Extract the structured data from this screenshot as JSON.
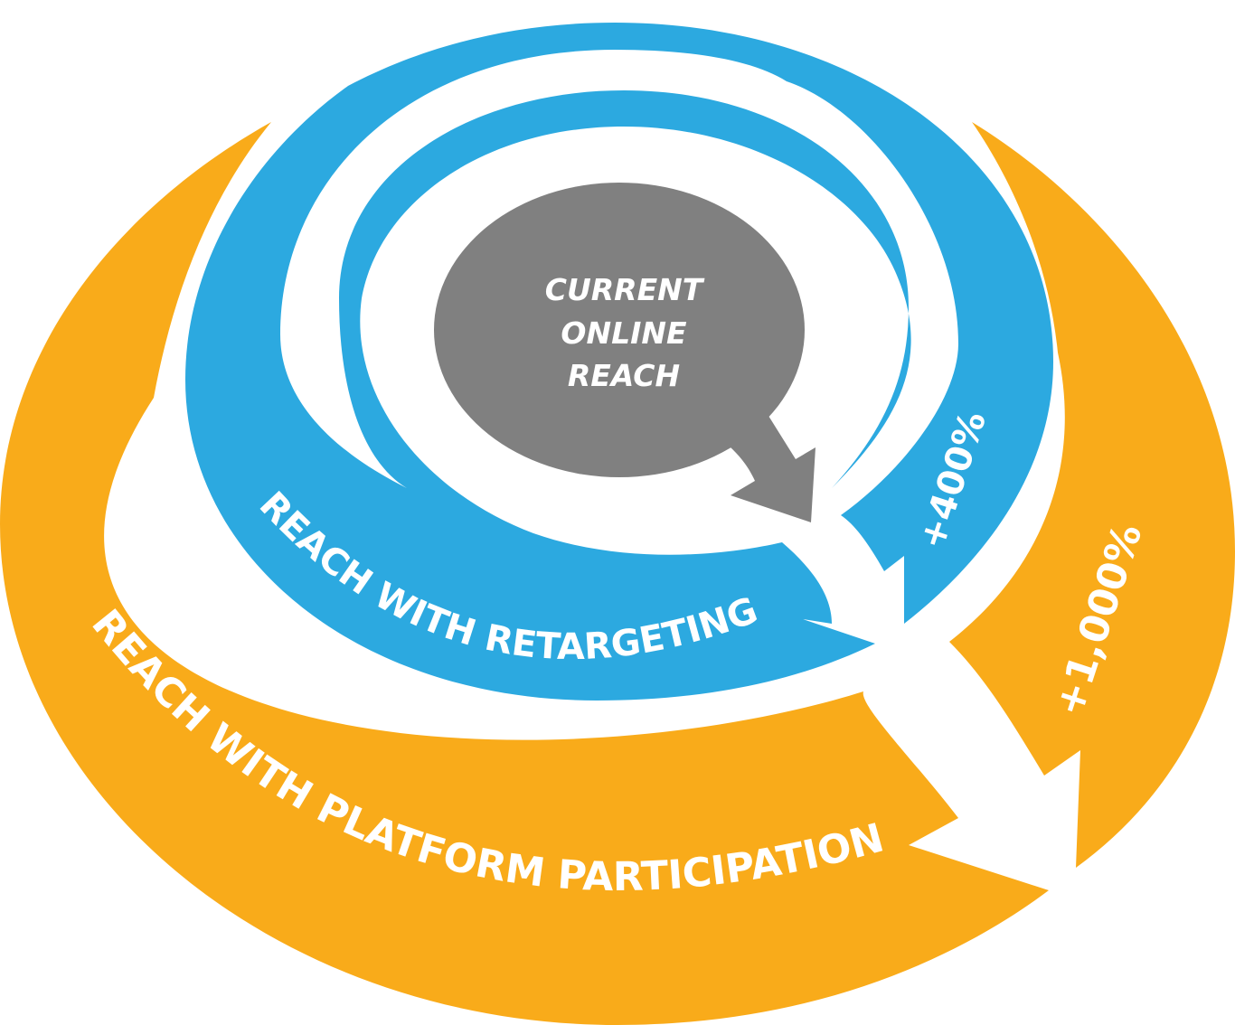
{
  "diagram": {
    "center": {
      "lines": [
        "CURRENT",
        "ONLINE",
        "REACH"
      ]
    },
    "inner_ring": {
      "label": "REACH WITH RETARGETING",
      "growth": "+400%"
    },
    "outer_ring": {
      "label": "REACH WITH PLATFORM PARTICIPATION",
      "growth": "+1,000%"
    },
    "colors": {
      "center": "#808080",
      "inner_ring": "#2ca9e0",
      "outer_ring": "#f9ab1a",
      "background": "#ffffff"
    }
  }
}
